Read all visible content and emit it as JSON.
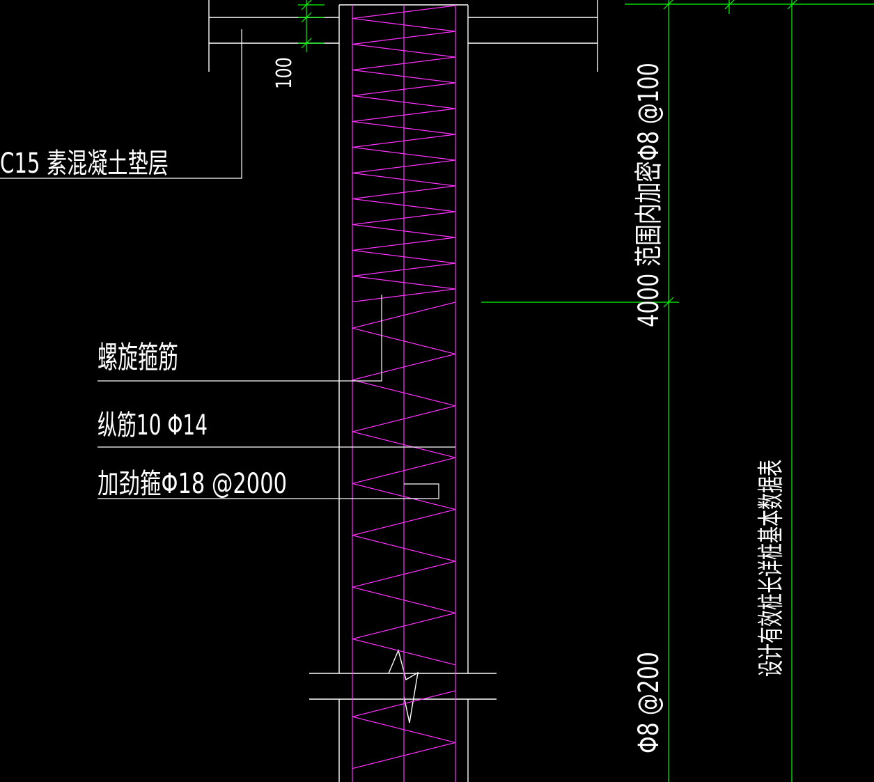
{
  "colors": {
    "background": "#000000",
    "outline": "#ffffff",
    "rebar": "#ff33ff",
    "dimension": "#00ff00"
  },
  "labels": {
    "cushion": "C15 素混凝土垫层",
    "dim_100": "100",
    "spiral": "螺旋箍筋",
    "longitudinal": "纵筋10 Φ14",
    "stiffener": "加劲箍Φ18 @2000",
    "dense_zone": "4000 范围内加密Φ8 @100",
    "normal_zone": "Φ8 @200",
    "pile_length_note": "设计有效桩长详桩基本数据表"
  },
  "spiral": {
    "dense_pitch": 100,
    "normal_pitch": 200
  }
}
